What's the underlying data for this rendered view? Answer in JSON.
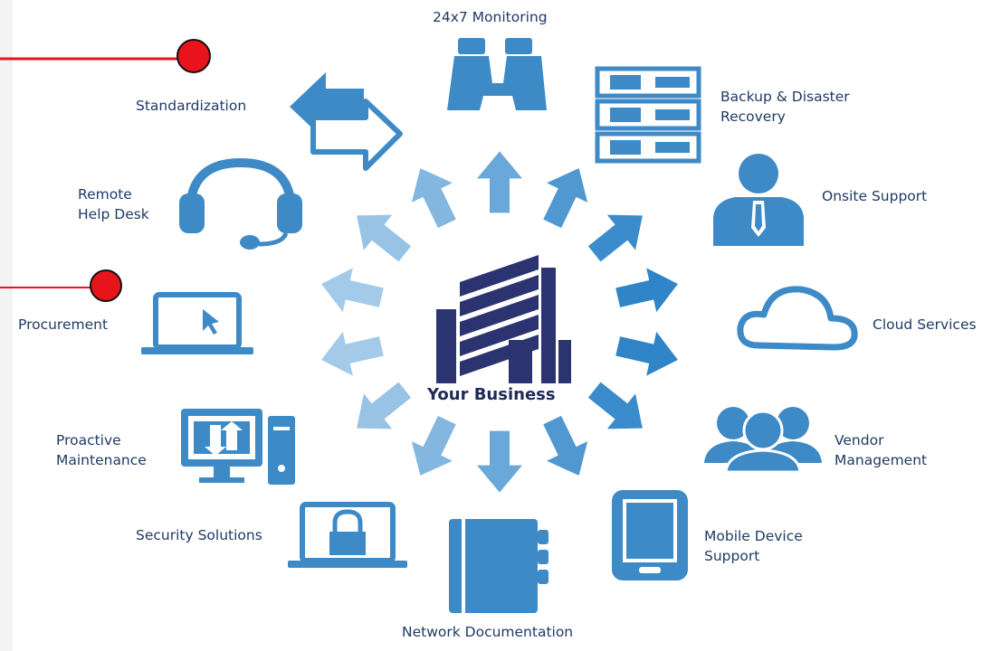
{
  "center": {
    "label": "Your Business"
  },
  "services": [
    {
      "id": "monitoring",
      "icon": "binoculars-icon",
      "lines": [
        "24x7 Monitoring"
      ]
    },
    {
      "id": "backup",
      "icon": "server-rack-icon",
      "lines": [
        "Backup & Disaster",
        "Recovery"
      ]
    },
    {
      "id": "onsite",
      "icon": "person-tie-icon",
      "lines": [
        "Onsite Support"
      ]
    },
    {
      "id": "cloud",
      "icon": "cloud-icon",
      "lines": [
        "Cloud Services"
      ]
    },
    {
      "id": "vendor",
      "icon": "people-group-icon",
      "lines": [
        "Vendor",
        "Management"
      ]
    },
    {
      "id": "mobile",
      "icon": "mobile-phone-icon",
      "lines": [
        "Mobile Device",
        "Support"
      ]
    },
    {
      "id": "netdoc",
      "icon": "notebook-icon",
      "lines": [
        "Network Documentation"
      ]
    },
    {
      "id": "security",
      "icon": "laptop-lock-icon",
      "lines": [
        "Security Solutions"
      ]
    },
    {
      "id": "proactive",
      "icon": "desktop-computer-icon",
      "lines": [
        "Proactive",
        "Maintenance"
      ]
    },
    {
      "id": "procurement",
      "icon": "laptop-cursor-icon",
      "lines": [
        "Procurement"
      ]
    },
    {
      "id": "helpdesk",
      "icon": "headset-icon",
      "lines": [
        "Remote",
        "Help Desk"
      ]
    },
    {
      "id": "standard",
      "icon": "double-arrow-icon",
      "lines": [
        "Standardization"
      ]
    }
  ],
  "colors": {
    "icon": "#3d8ac7",
    "arrow_dark": "#2d84c8",
    "arrow_light": "#a5cbe9",
    "building": "#2b3470",
    "label": "#1f3b66",
    "marker": "#e8141c"
  }
}
